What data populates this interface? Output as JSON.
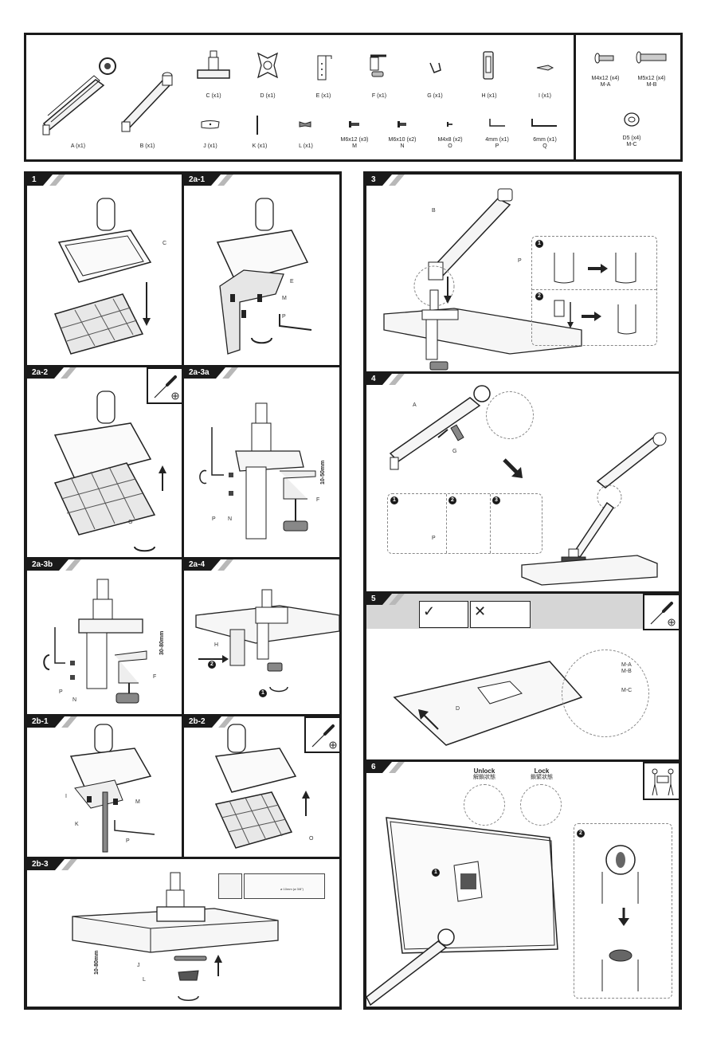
{
  "parts_list": {
    "main_parts": [
      {
        "id": "A",
        "label": "A (x1)",
        "icon": "upper-arm-icon"
      },
      {
        "id": "B",
        "label": "B (x1)",
        "icon": "lower-arm-icon"
      },
      {
        "id": "C",
        "label": "C (x1)",
        "icon": "base-pole-icon"
      },
      {
        "id": "D",
        "label": "D (x1)",
        "icon": "vesa-plate-icon"
      },
      {
        "id": "E",
        "label": "E (x1)",
        "icon": "bracket-icon"
      },
      {
        "id": "F",
        "label": "F (x1)",
        "icon": "clamp-icon"
      },
      {
        "id": "G",
        "label": "G (x1)",
        "icon": "cable-clip-icon"
      },
      {
        "id": "H",
        "label": "H (x1)",
        "icon": "clamp-cover-icon"
      },
      {
        "id": "I",
        "label": "I (x1)",
        "icon": "grommet-plate-icon"
      },
      {
        "id": "J",
        "label": "J (x1)",
        "icon": "grommet-washer-icon"
      },
      {
        "id": "K",
        "label": "K (x1)",
        "icon": "threaded-rod-icon"
      },
      {
        "id": "L",
        "label": "L (x1)",
        "icon": "wing-nut-icon"
      }
    ],
    "hardware": [
      {
        "size": "M6x12 (x3)",
        "code": "M",
        "icon": "screw-icon"
      },
      {
        "size": "M6x10 (x2)",
        "code": "N",
        "icon": "screw-icon"
      },
      {
        "size": "M4x8 (x2)",
        "code": "O",
        "icon": "small-screw-icon"
      },
      {
        "size": "4mm (x1)",
        "code": "P",
        "icon": "allen-key-icon"
      },
      {
        "size": "6mm (x1)",
        "code": "Q",
        "icon": "allen-key-icon"
      }
    ],
    "monitor_hardware": [
      {
        "size": "M4x12 (x4)",
        "code": "M-A",
        "icon": "screw-icon"
      },
      {
        "size": "M5x12 (x4)",
        "code": "M-B",
        "icon": "screw-icon"
      },
      {
        "size": "D5 (x4)",
        "code": "M-C",
        "icon": "washer-icon"
      }
    ]
  },
  "steps": {
    "s1": {
      "badge": "1",
      "callouts": [
        "C"
      ]
    },
    "s2a1": {
      "badge": "2a-1",
      "callouts": [
        "E",
        "M",
        "P"
      ]
    },
    "s2a2": {
      "badge": "2a-2",
      "callouts": [
        "O"
      ],
      "tool": "phillips-screwdriver"
    },
    "s2a3a": {
      "badge": "2a-3a",
      "callouts": [
        "P",
        "N",
        "F"
      ],
      "range": "10-50mm"
    },
    "s2a3b": {
      "badge": "2a-3b",
      "callouts": [
        "P",
        "N",
        "F"
      ],
      "range": "30-80mm"
    },
    "s2a4": {
      "badge": "2a-4",
      "callouts": [
        "H"
      ],
      "order": [
        "1",
        "2"
      ]
    },
    "s2b1": {
      "badge": "2b-1",
      "callouts": [
        "I",
        "M",
        "K",
        "P"
      ]
    },
    "s2b2": {
      "badge": "2b-2",
      "callouts": [
        "O"
      ],
      "tool": "phillips-screwdriver"
    },
    "s2b3": {
      "badge": "2b-3",
      "callouts": [
        "J",
        "L"
      ],
      "range": "10-80mm",
      "drill_note": "ø 10mm (ø 3/8\")"
    },
    "s3": {
      "badge": "3",
      "callouts": [
        "B",
        "P"
      ],
      "substeps": [
        "1",
        "2"
      ]
    },
    "s4": {
      "badge": "4",
      "callouts": [
        "A",
        "G",
        "P"
      ],
      "substeps": [
        "1",
        "2",
        "3"
      ]
    },
    "s5": {
      "badge": "5",
      "callouts": [
        "D",
        "M-A",
        "M-B",
        "M-C"
      ],
      "tool": "phillips-screwdriver"
    },
    "s6": {
      "badge": "6",
      "unlock_title": "Unlock",
      "unlock_sub": "解鎖狀態",
      "lock_title": "Lock",
      "lock_sub": "鎖緊狀態",
      "substeps": [
        "1",
        "2"
      ],
      "tool": "two-person-lift"
    }
  }
}
